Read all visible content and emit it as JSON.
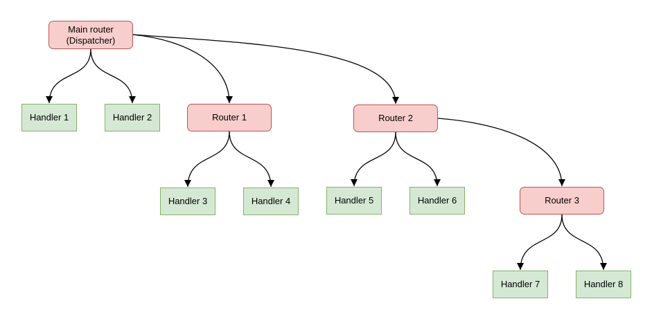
{
  "diagram": {
    "background": "#ffffff",
    "colors": {
      "router_fill": "#f8cecc",
      "router_stroke": "#b85450",
      "handler_fill": "#d5e8d4",
      "handler_stroke": "#82b366",
      "edge": "#000000"
    },
    "nodes": {
      "main_router": {
        "type": "router",
        "line1": "Main router",
        "line2": "(Dispatcher)"
      },
      "router1": {
        "type": "router",
        "label": "Router 1"
      },
      "router2": {
        "type": "router",
        "label": "Router 2"
      },
      "router3": {
        "type": "router",
        "label": "Router 3"
      },
      "handler1": {
        "type": "handler",
        "label": "Handler 1"
      },
      "handler2": {
        "type": "handler",
        "label": "Handler 2"
      },
      "handler3": {
        "type": "handler",
        "label": "Handler 3"
      },
      "handler4": {
        "type": "handler",
        "label": "Handler 4"
      },
      "handler5": {
        "type": "handler",
        "label": "Handler 5"
      },
      "handler6": {
        "type": "handler",
        "label": "Handler 6"
      },
      "handler7": {
        "type": "handler",
        "label": "Handler 7"
      },
      "handler8": {
        "type": "handler",
        "label": "Handler 8"
      }
    },
    "edges": [
      {
        "from": "main_router",
        "to": "handler1"
      },
      {
        "from": "main_router",
        "to": "handler2"
      },
      {
        "from": "main_router",
        "to": "router1"
      },
      {
        "from": "main_router",
        "to": "router2"
      },
      {
        "from": "router1",
        "to": "handler3"
      },
      {
        "from": "router1",
        "to": "handler4"
      },
      {
        "from": "router2",
        "to": "handler5"
      },
      {
        "from": "router2",
        "to": "handler6"
      },
      {
        "from": "router2",
        "to": "router3"
      },
      {
        "from": "router3",
        "to": "handler7"
      },
      {
        "from": "router3",
        "to": "handler8"
      }
    ]
  }
}
